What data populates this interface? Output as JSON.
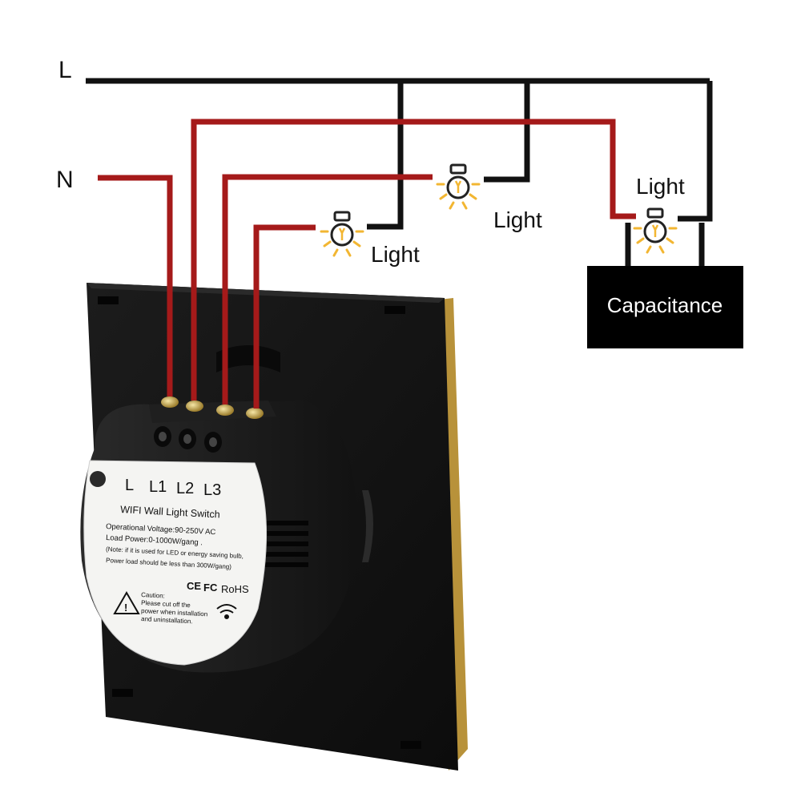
{
  "diagram": {
    "line_label": "L",
    "neutral_label": "N",
    "lights": [
      {
        "label": "Light"
      },
      {
        "label": "Light"
      },
      {
        "label": "Light"
      }
    ],
    "capacitance_label": "Capacitance",
    "colors": {
      "live_wire": "#111111",
      "load_wire": "#a51a1a",
      "bulb_glow": "#f2b632",
      "panel": "#161616",
      "panel_edge": "#b8923a"
    }
  },
  "switch_label": {
    "terminals": [
      "L",
      "L1",
      "L2",
      "L3"
    ],
    "product_name": "WIFI Wall Light Switch",
    "operational_voltage": "Operational Voltage:90-250V AC",
    "load_power": "Load Power:0-1000W/gang .",
    "note_line1": "(Note: if it is used for LED or energy saving bulb,",
    "note_line2": "Power load should be less than 300W/gang)",
    "certifications": [
      "CE",
      "FC",
      "RoHS"
    ],
    "caution_title": "Caution:",
    "caution_line1": "Please cut off the",
    "caution_line2": "power when installation",
    "caution_line3": "and uninstallation.",
    "wifi_icon": "wifi-icon",
    "warning_icon": "warning-triangle-icon"
  }
}
